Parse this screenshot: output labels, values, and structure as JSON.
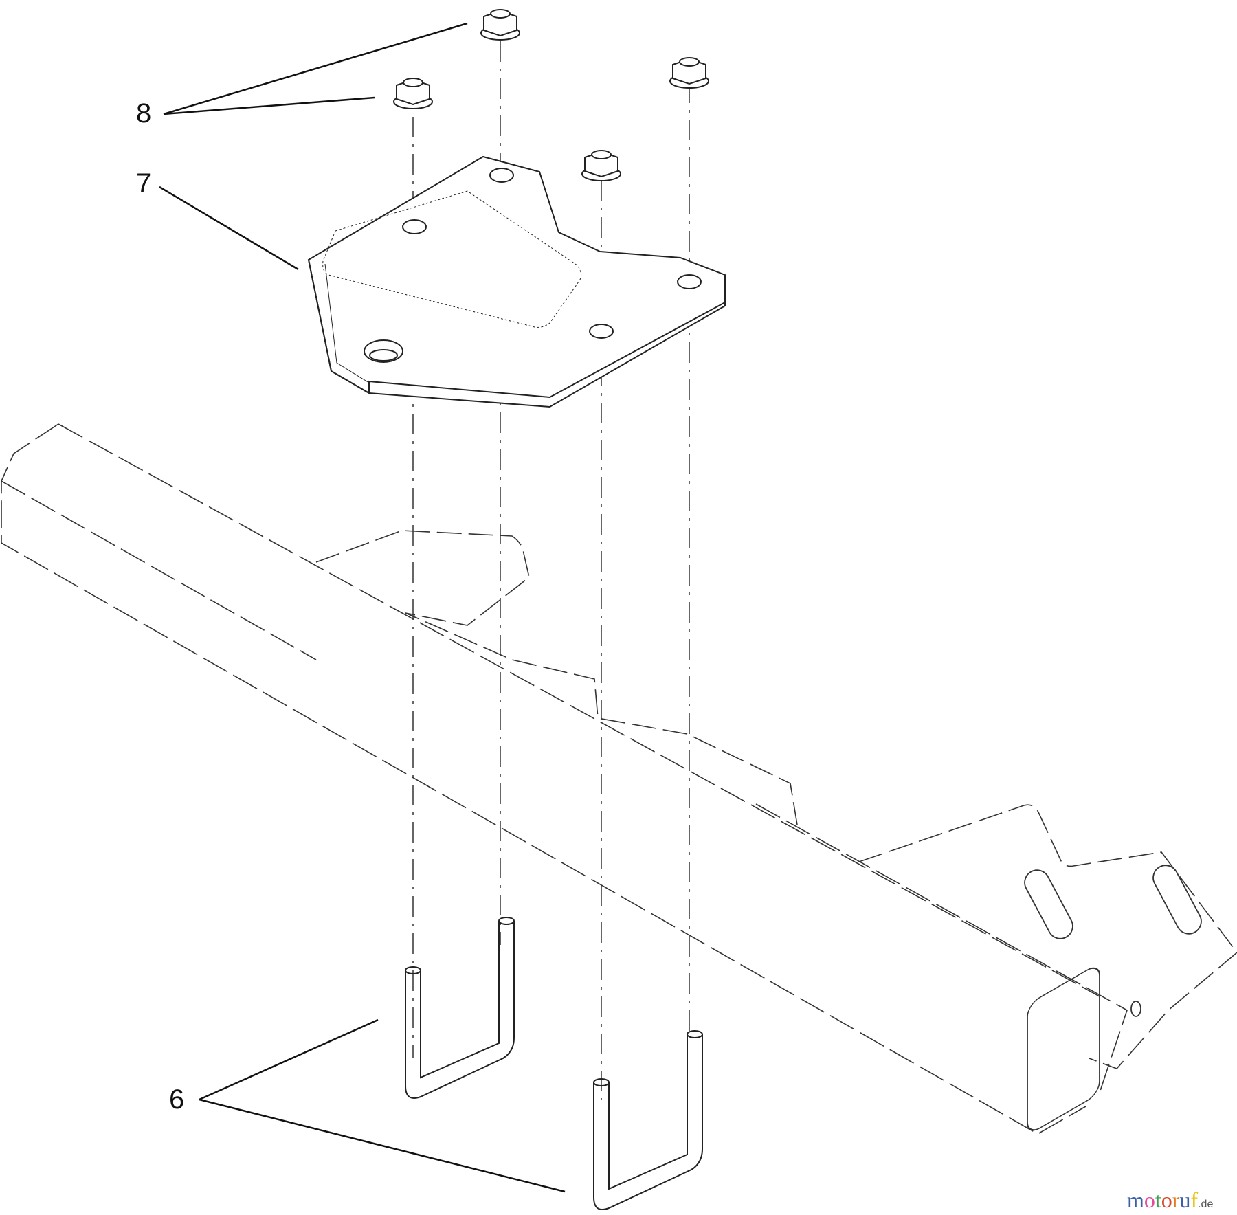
{
  "diagram": {
    "type": "exploded parts diagram",
    "callouts": [
      {
        "id": "6",
        "label": "6",
        "part": "U-bolt",
        "count": 2
      },
      {
        "id": "7",
        "label": "7",
        "part": "Mounting plate",
        "count": 1
      },
      {
        "id": "8",
        "label": "8",
        "part": "Flange nut",
        "count": 4
      }
    ]
  },
  "watermark": {
    "letters": [
      "m",
      "o",
      "t",
      "o",
      "r",
      "u",
      "f"
    ],
    "suffix": ".de"
  }
}
